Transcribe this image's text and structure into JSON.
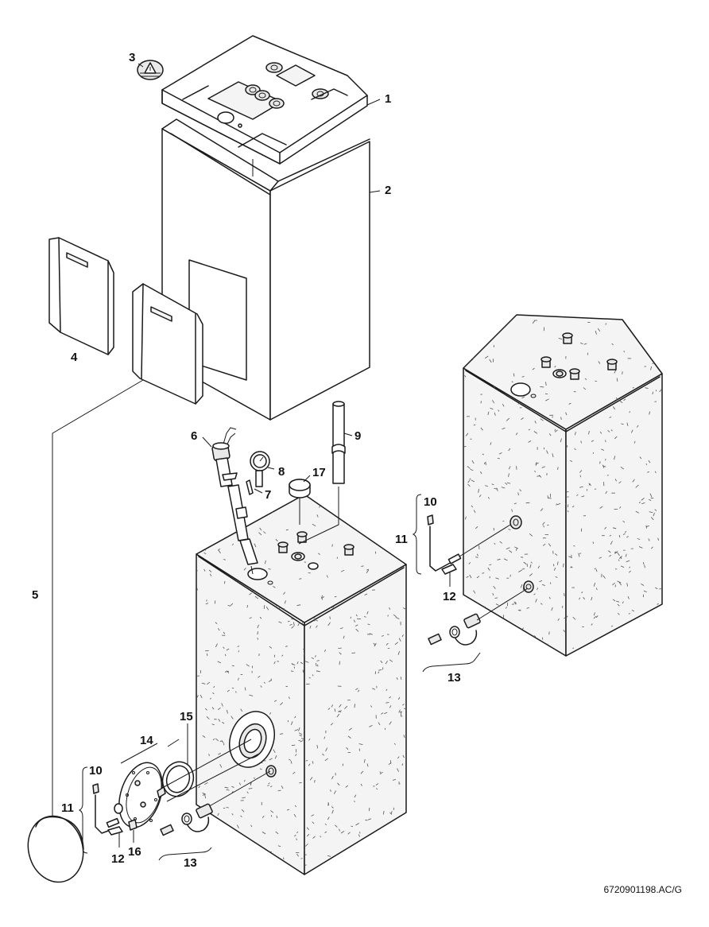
{
  "labels": {
    "p1": "1",
    "p2": "2",
    "p3": "3",
    "p4": "4",
    "p5": "5",
    "p6": "6",
    "p7": "7",
    "p8": "8",
    "p9": "9",
    "p10a": "10",
    "p10b": "10",
    "p11a": "11",
    "p11b": "11",
    "p12a": "12",
    "p12b": "12",
    "p13a": "13",
    "p13b": "13",
    "p14": "14",
    "p15": "15",
    "p16": "16",
    "p17": "17"
  },
  "reference": "6720901198.AC/G"
}
